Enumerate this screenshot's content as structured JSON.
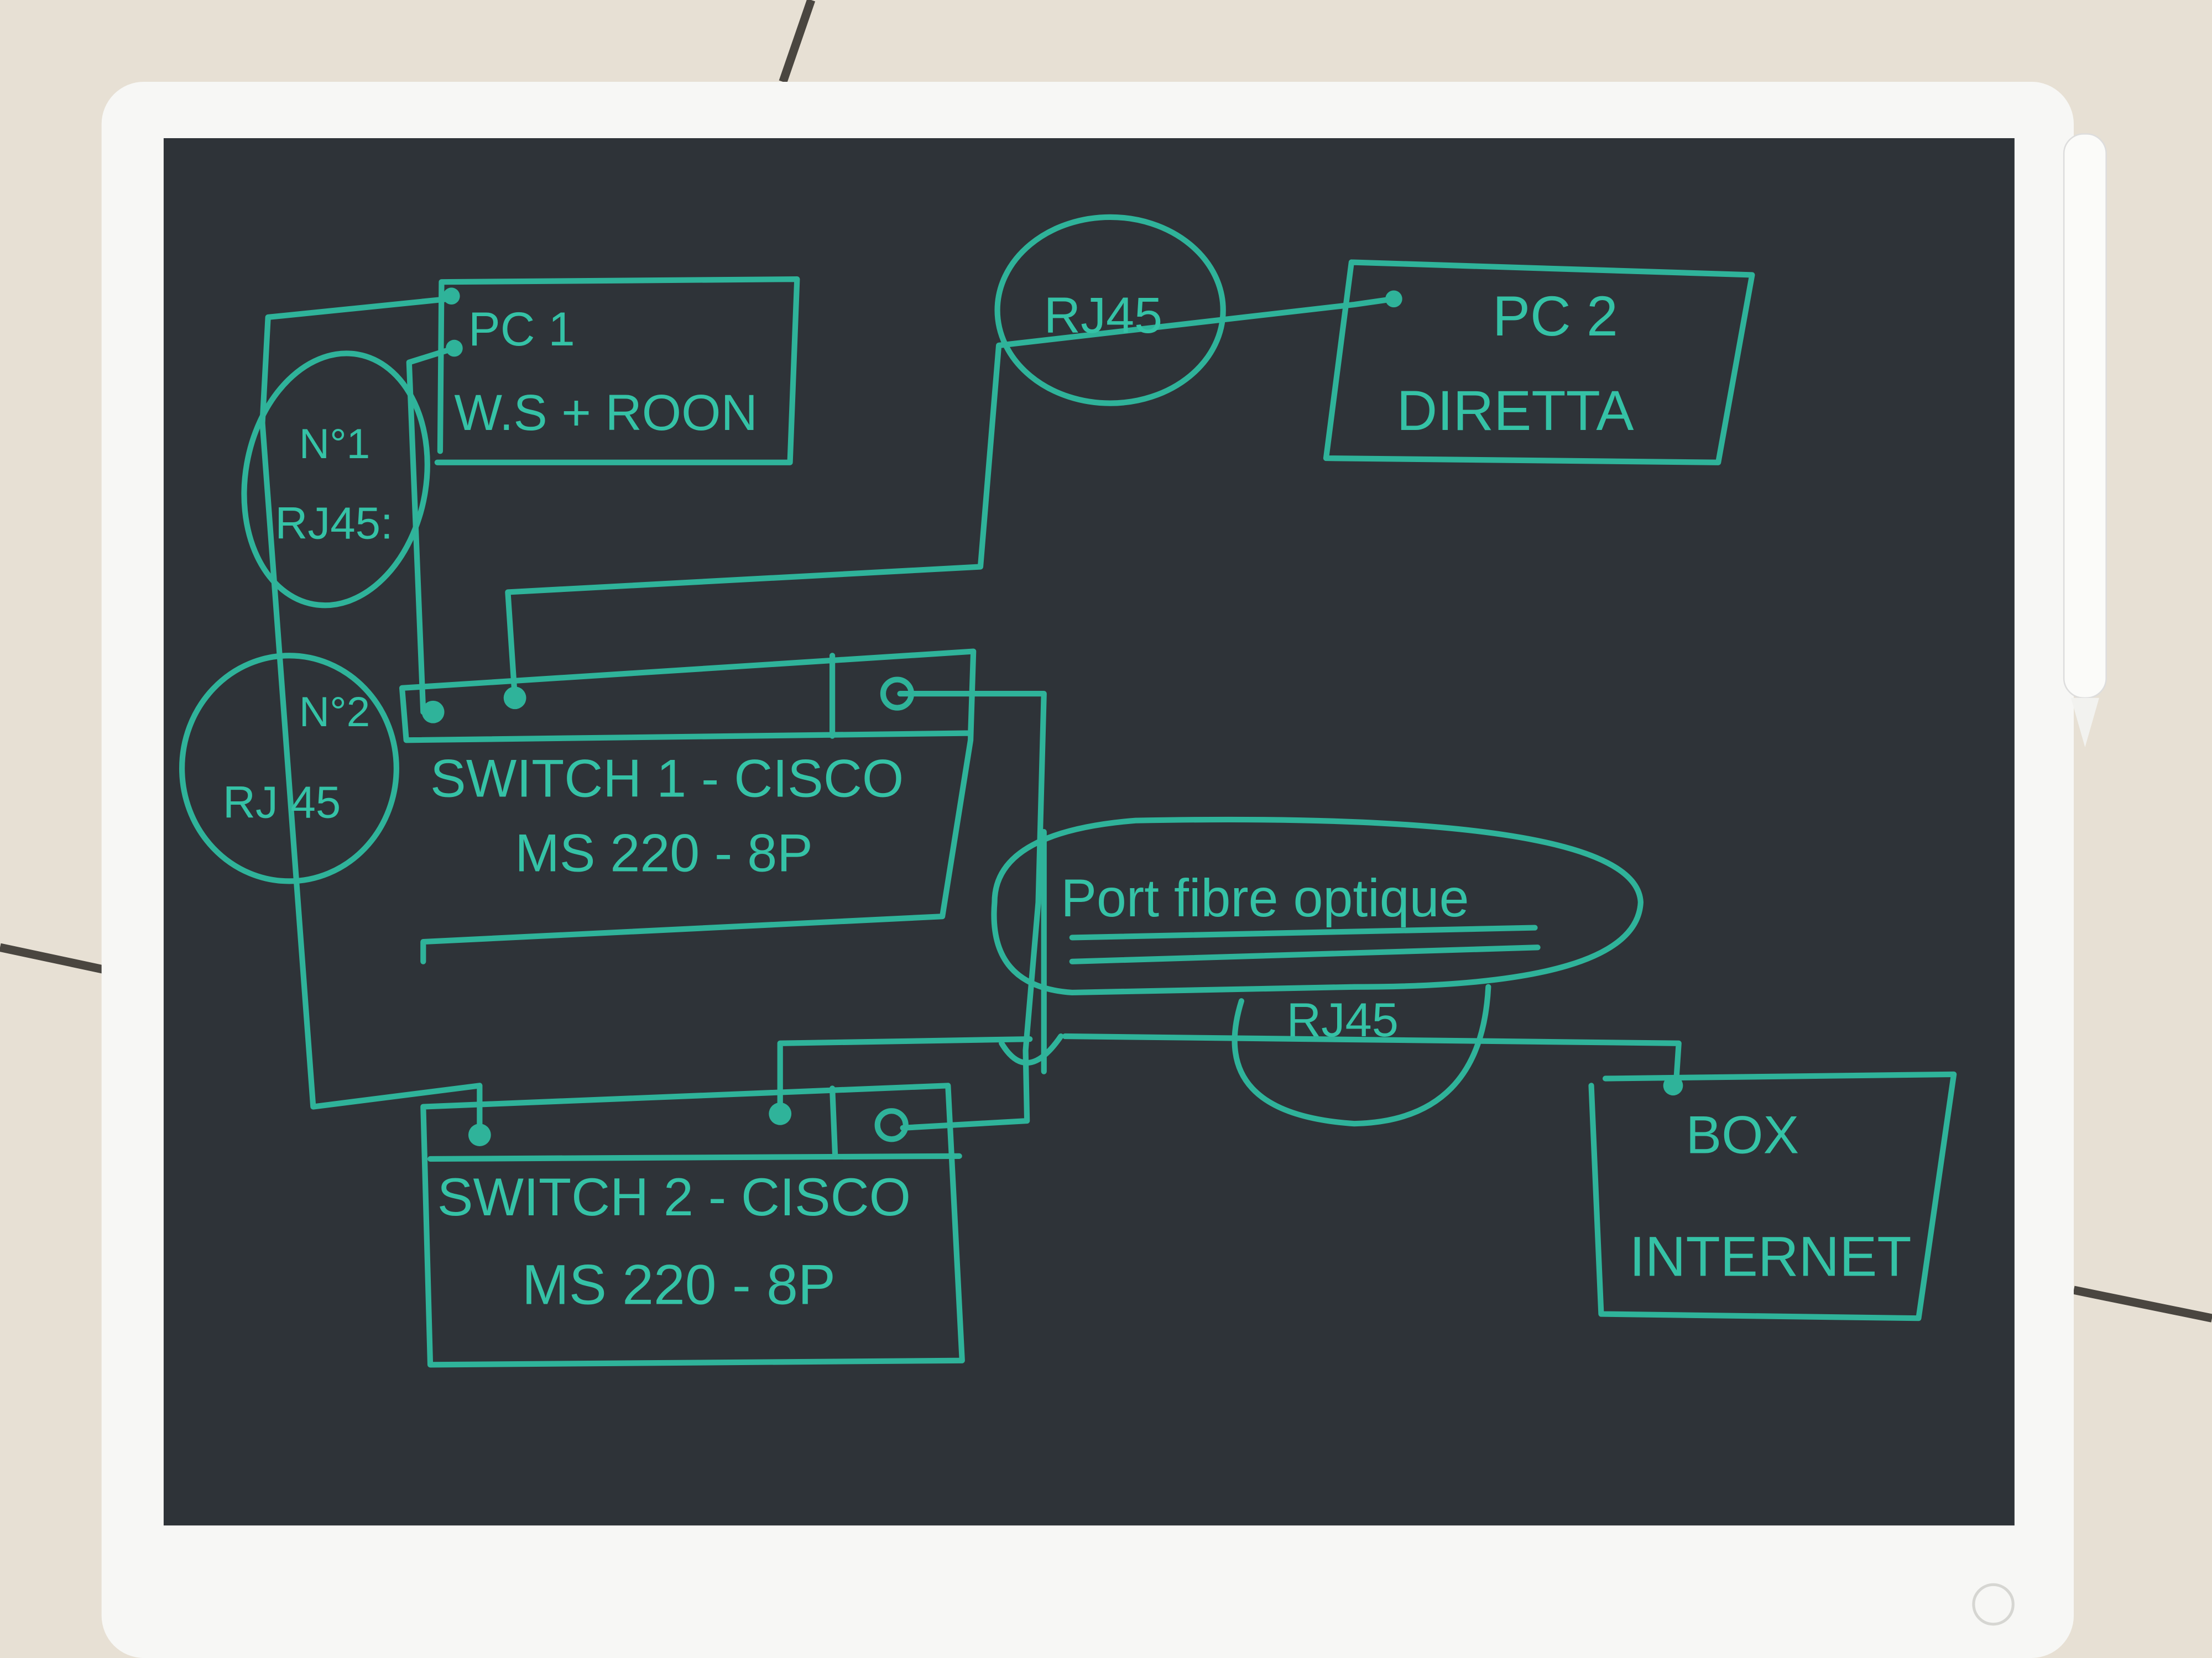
{
  "colors": {
    "ink": "#2fb39a",
    "screen": "#2e3338",
    "frame": "#f7f7f5",
    "floor": "#e7e0d4"
  },
  "nodes": {
    "pc1": {
      "title": "PC 1",
      "subtitle": "W.S + ROON"
    },
    "pc2": {
      "title": "PC 2",
      "subtitle": "DIRETTA"
    },
    "switch1": {
      "title": "SWITCH 1 - CISCO",
      "model": "MS 220 - 8P"
    },
    "switch2": {
      "title": "SWITCH 2 - CISCO",
      "model": "MS 220 - 8P"
    },
    "box": {
      "title": "BOX",
      "subtitle": "INTERNET"
    }
  },
  "annotations": {
    "rj45_top": "RJ45",
    "rj45_no1_a": "N°1",
    "rj45_no1_b": "RJ45:",
    "rj45_no2_a": "N°2",
    "rj45_no2_b": "RJ 45",
    "fibre": "Port fibre optique",
    "rj45_bottom": "RJ45"
  }
}
